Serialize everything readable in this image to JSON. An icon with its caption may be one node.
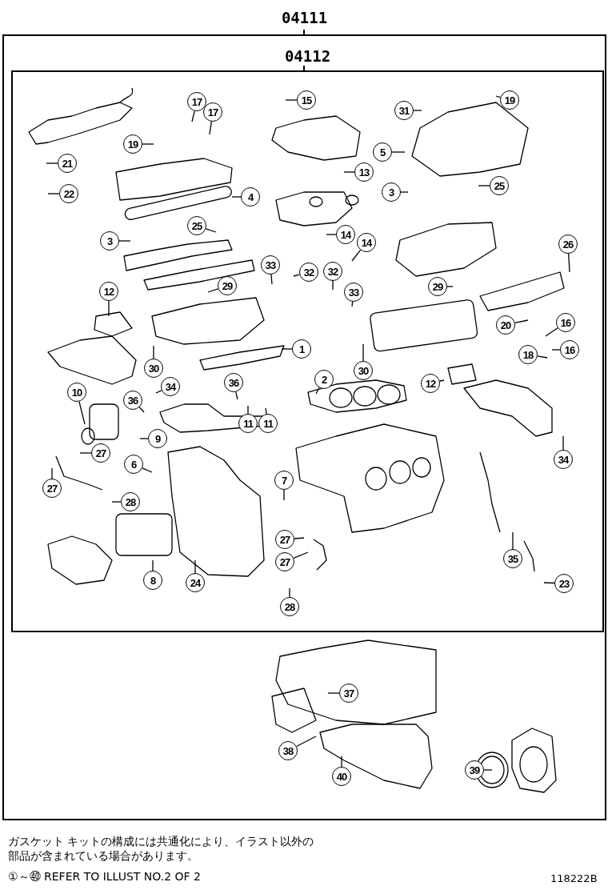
{
  "diagram": {
    "nodes": [
      {
        "text": [
          "04111"
        ]
      },
      {
        "text": [
          "04112"
        ],
        "in": 0
      },
      {
        "text": [
          "17"
        ],
        "in": 1
      },
      {
        "text": [
          "17"
        ],
        "in": 1
      },
      {
        "text": [
          "15"
        ],
        "in": 1
      },
      {
        "text": [
          "31"
        ],
        "in": 1
      },
      {
        "text": [
          "19"
        ],
        "in": 1
      },
      {
        "text": [
          "19"
        ],
        "in": 1
      },
      {
        "text": [
          "21"
        ],
        "in": 1
      },
      {
        "text": [
          "22"
        ],
        "in": 1
      },
      {
        "text": [
          "5"
        ],
        "in": 1
      },
      {
        "text": [
          "13"
        ],
        "in": 1
      },
      {
        "text": [
          "4"
        ],
        "in": 1
      },
      {
        "text": [
          "3"
        ],
        "in": 1
      },
      {
        "text": [
          "25"
        ],
        "in": 1
      },
      {
        "text": [
          "25"
        ],
        "in": 1
      },
      {
        "text": [
          "3"
        ],
        "in": 1
      },
      {
        "text": [
          "14"
        ],
        "in": 1
      },
      {
        "text": [
          "14"
        ],
        "in": 1
      },
      {
        "text": [
          "26"
        ],
        "in": 1
      },
      {
        "text": [
          "33"
        ],
        "in": 1
      },
      {
        "text": [
          "32"
        ],
        "in": 1
      },
      {
        "text": [
          "32"
        ],
        "in": 1
      },
      {
        "text": [
          "33"
        ],
        "in": 1
      },
      {
        "text": [
          "29"
        ],
        "in": 1
      },
      {
        "text": [
          "29"
        ],
        "in": 1
      },
      {
        "text": [
          "12"
        ],
        "in": 1
      },
      {
        "text": [
          "20"
        ],
        "in": 1
      },
      {
        "text": [
          "16"
        ],
        "in": 1
      },
      {
        "text": [
          "18"
        ],
        "in": 1
      },
      {
        "text": [
          "16"
        ],
        "in": 1
      },
      {
        "text": [
          "30"
        ],
        "in": 1
      },
      {
        "text": [
          "1"
        ],
        "in": 1
      },
      {
        "text": [
          "30"
        ],
        "in": 1
      },
      {
        "text": [
          "34"
        ],
        "in": 1
      },
      {
        "text": [
          "2"
        ],
        "in": 1
      },
      {
        "text": [
          "12"
        ],
        "in": 1
      },
      {
        "text": [
          "36"
        ],
        "in": 1
      },
      {
        "text": [
          "36"
        ],
        "in": 1
      },
      {
        "text": [
          "11"
        ],
        "in": 1
      },
      {
        "text": [
          "11"
        ],
        "in": 1
      },
      {
        "text": [
          "10"
        ],
        "in": 1
      },
      {
        "text": [
          "9"
        ],
        "in": 1
      },
      {
        "text": [
          "27"
        ],
        "in": 1
      },
      {
        "text": [
          "6"
        ],
        "in": 1
      },
      {
        "text": [
          "27"
        ],
        "in": 1
      },
      {
        "text": [
          "7"
        ],
        "in": 1
      },
      {
        "text": [
          "28"
        ],
        "in": 1
      },
      {
        "text": [
          "34"
        ],
        "in": 1
      },
      {
        "text": [
          "27"
        ],
        "in": 1
      },
      {
        "text": [
          "27"
        ],
        "in": 1
      },
      {
        "text": [
          "8"
        ],
        "in": 1
      },
      {
        "text": [
          "24"
        ],
        "in": 1
      },
      {
        "text": [
          "35"
        ],
        "in": 1
      },
      {
        "text": [
          "23"
        ],
        "in": 1
      },
      {
        "text": [
          "28"
        ],
        "in": 1
      },
      {
        "text": [
          "37"
        ],
        "in": 0
      },
      {
        "text": [
          "38"
        ],
        "in": 0
      },
      {
        "text": [
          "39"
        ],
        "in": 0
      },
      {
        "text": [
          "40"
        ],
        "in": 0
      }
    ],
    "edges": [
      {
        "from": 2,
        "to": null,
        "arrow": "none"
      },
      {
        "from": 3,
        "to": null,
        "arrow": "none"
      },
      {
        "from": 4,
        "to": null,
        "arrow": "none"
      },
      {
        "from": 5,
        "to": null,
        "arrow": "none"
      },
      {
        "from": 6,
        "to": null,
        "arrow": "none"
      },
      {
        "from": 7,
        "to": null,
        "arrow": "none"
      },
      {
        "from": 8,
        "to": null,
        "arrow": "none"
      },
      {
        "from": 9,
        "to": null,
        "arrow": "none"
      },
      {
        "from": 10,
        "to": null,
        "arrow": "none"
      },
      {
        "from": 11,
        "to": null,
        "arrow": "none"
      },
      {
        "from": 12,
        "to": null,
        "arrow": "none"
      },
      {
        "from": 13,
        "to": null,
        "arrow": "none"
      },
      {
        "from": 14,
        "to": null,
        "arrow": "none"
      },
      {
        "from": 15,
        "to": null,
        "arrow": "none"
      },
      {
        "from": 16,
        "to": null,
        "arrow": "none"
      },
      {
        "from": 17,
        "to": null,
        "arrow": "none"
      },
      {
        "from": 18,
        "to": null,
        "arrow": "none"
      },
      {
        "from": 19,
        "to": null,
        "arrow": "none"
      },
      {
        "from": 20,
        "to": null,
        "arrow": "none"
      },
      {
        "from": 21,
        "to": null,
        "arrow": "none"
      },
      {
        "from": 22,
        "to": null,
        "arrow": "none"
      },
      {
        "from": 23,
        "to": null,
        "arrow": "none"
      },
      {
        "from": 24,
        "to": null,
        "arrow": "none"
      },
      {
        "from": 25,
        "to": null,
        "arrow": "none"
      },
      {
        "from": 26,
        "to": null,
        "arrow": "none"
      },
      {
        "from": 27,
        "to": null,
        "arrow": "none"
      },
      {
        "from": 28,
        "to": null,
        "arrow": "none"
      },
      {
        "from": 29,
        "to": null,
        "arrow": "none"
      },
      {
        "from": 30,
        "to": null,
        "arrow": "none"
      },
      {
        "from": 31,
        "to": null,
        "arrow": "none"
      },
      {
        "from": 32,
        "to": null,
        "arrow": "none"
      },
      {
        "from": 33,
        "to": null,
        "arrow": "none"
      },
      {
        "from": 34,
        "to": null,
        "arrow": "none"
      },
      {
        "from": 35,
        "to": null,
        "arrow": "none"
      },
      {
        "from": 36,
        "to": null,
        "arrow": "none"
      },
      {
        "from": 37,
        "to": null,
        "arrow": "none"
      },
      {
        "from": 38,
        "to": null,
        "arrow": "none"
      },
      {
        "from": 39,
        "to": null,
        "arrow": "none"
      },
      {
        "from": 40,
        "to": null,
        "arrow": "none"
      },
      {
        "from": 41,
        "to": null,
        "arrow": "none"
      },
      {
        "from": 42,
        "to": null,
        "arrow": "none"
      },
      {
        "from": 43,
        "to": null,
        "arrow": "none"
      },
      {
        "from": 44,
        "to": null,
        "arrow": "none"
      },
      {
        "from": 45,
        "to": null,
        "arrow": "none"
      },
      {
        "from": 46,
        "to": null,
        "arrow": "none"
      },
      {
        "from": 47,
        "to": null,
        "arrow": "none"
      },
      {
        "from": 48,
        "to": null,
        "arrow": "none"
      },
      {
        "from": 49,
        "to": null,
        "arrow": "none"
      },
      {
        "from": 50,
        "to": null,
        "arrow": "none"
      },
      {
        "from": 51,
        "to": null,
        "arrow": "none"
      },
      {
        "from": 52,
        "to": null,
        "arrow": "none"
      },
      {
        "from": 53,
        "to": null,
        "arrow": "none"
      },
      {
        "from": 54,
        "to": null,
        "arrow": "none"
      },
      {
        "from": 55,
        "to": null,
        "arrow": "none"
      },
      {
        "from": 56,
        "to": null,
        "arrow": "none"
      },
      {
        "from": 57,
        "to": null,
        "arrow": "none"
      },
      {
        "from": 58,
        "to": null,
        "arrow": "none"
      },
      {
        "from": 59,
        "to": null,
        "arrow": "none"
      }
    ],
    "labels": [
      "ガスケット キットの構成には共通化により、イラスト以外の部品が含まれている場合があります。",
      "①～㊵ REFER TO ILLUST NO.2 OF 2",
      "118222B"
    ]
  }
}
